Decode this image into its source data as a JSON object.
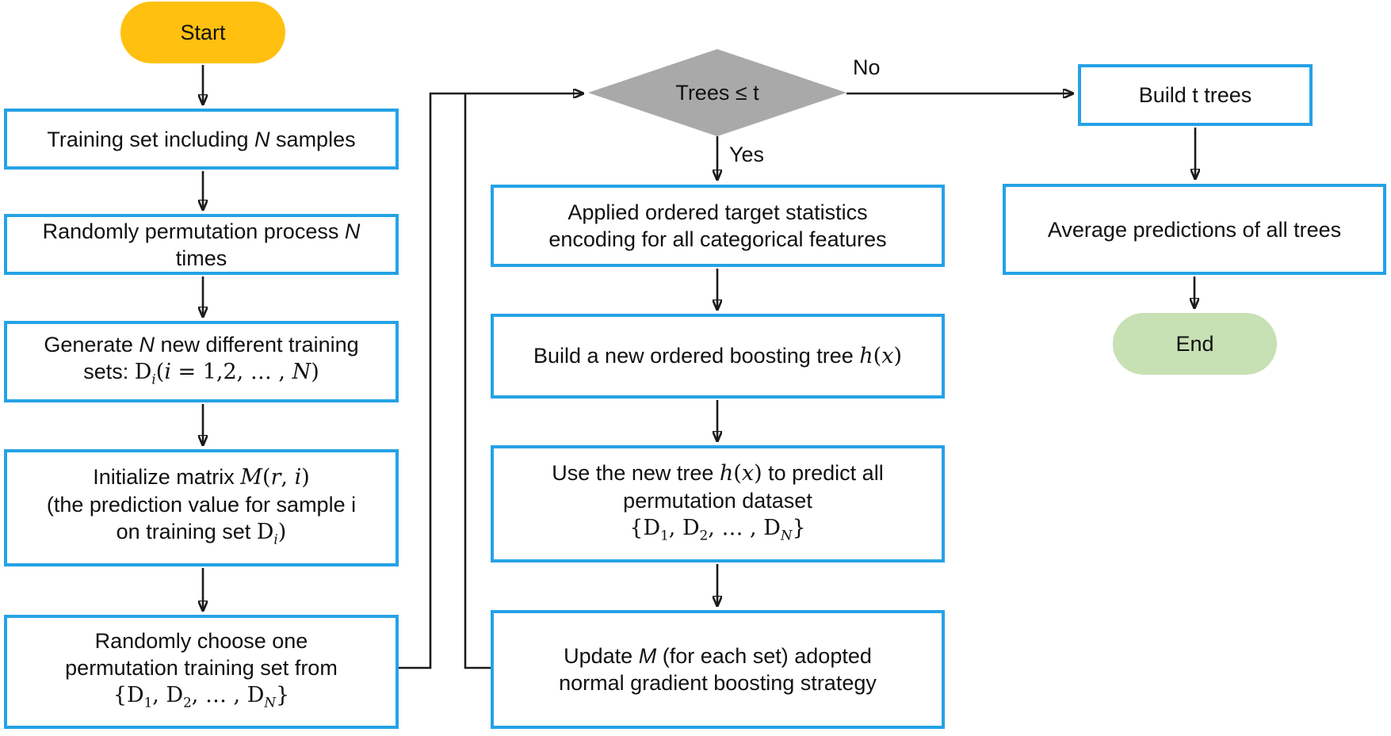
{
  "palette": {
    "bg": "#ffffff",
    "text": "#111111",
    "edge": "#1a1a1a",
    "box-border": "#25a2e5",
    "start-fill": "#ffc010",
    "end-fill": "#c7e0b4",
    "diamond-fill": "#a9a9a9"
  },
  "nodes": {
    "start": {
      "label": "Start"
    },
    "training": {
      "lines": [
        [
          {
            "t": "Training set including "
          },
          {
            "t": "N",
            "i": true
          },
          {
            "t": " samples"
          }
        ]
      ]
    },
    "permute": {
      "lines": [
        [
          {
            "t": "Randomly permutation process "
          },
          {
            "t": "N",
            "i": true
          }
        ],
        [
          {
            "t": "times"
          }
        ]
      ]
    },
    "generate": {
      "lines": [
        [
          {
            "t": "Generate "
          },
          {
            "t": "N",
            "i": true
          },
          {
            "t": " new different training"
          }
        ],
        [
          {
            "t": "sets: "
          },
          {
            "t": "D",
            "m": true
          },
          {
            "t": "i",
            "m": true,
            "i": true,
            "sub": true
          },
          {
            "t": "(",
            "m": true
          },
          {
            "t": "i",
            "m": true,
            "i": true
          },
          {
            "t": " = 1,2, … , ",
            "m": true
          },
          {
            "t": "N",
            "m": true,
            "i": true
          },
          {
            "t": ")",
            "m": true
          }
        ]
      ]
    },
    "init_matrix": {
      "lines": [
        [
          {
            "t": "Initialize matrix "
          },
          {
            "t": "M",
            "m": true,
            "i": true
          },
          {
            "t": "(",
            "m": true
          },
          {
            "t": "r",
            "m": true,
            "i": true
          },
          {
            "t": ", ",
            "m": true
          },
          {
            "t": "i",
            "m": true,
            "i": true
          },
          {
            "t": ")",
            "m": true
          }
        ],
        [
          {
            "t": "(the prediction value for sample i"
          }
        ],
        [
          {
            "t": "on training set "
          },
          {
            "t": "D",
            "m": true
          },
          {
            "t": "i",
            "m": true,
            "i": true,
            "sub": true
          },
          {
            "t": ")",
            "m": true
          }
        ]
      ]
    },
    "choose_set": {
      "lines": [
        [
          {
            "t": "Randomly choose one"
          }
        ],
        [
          {
            "t": "permutation training set from"
          }
        ],
        [
          {
            "t": "{",
            "m": true
          },
          {
            "t": "D",
            "m": true
          },
          {
            "t": "1",
            "m": true,
            "sub": true
          },
          {
            "t": ", ",
            "m": true
          },
          {
            "t": "D",
            "m": true
          },
          {
            "t": "2",
            "m": true,
            "sub": true
          },
          {
            "t": ", … , ",
            "m": true
          },
          {
            "t": "D",
            "m": true
          },
          {
            "t": "N",
            "m": true,
            "i": true,
            "sub": true
          },
          {
            "t": "}",
            "m": true
          }
        ]
      ]
    },
    "decision": {
      "label": "Trees ≤ t"
    },
    "encode": {
      "lines": [
        [
          {
            "t": "Applied ordered target statistics"
          }
        ],
        [
          {
            "t": "encoding for all categorical features"
          }
        ]
      ]
    },
    "build_tree": {
      "lines": [
        [
          {
            "t": "Build a new ordered boosting tree "
          },
          {
            "t": "h",
            "m": true,
            "i": true
          },
          {
            "t": "(",
            "m": true
          },
          {
            "t": "x",
            "m": true,
            "i": true
          },
          {
            "t": ")",
            "m": true
          }
        ]
      ]
    },
    "predict": {
      "lines": [
        [
          {
            "t": "Use the new tree "
          },
          {
            "t": "h",
            "m": true,
            "i": true
          },
          {
            "t": "(",
            "m": true
          },
          {
            "t": "x",
            "m": true,
            "i": true
          },
          {
            "t": ")",
            "m": true
          },
          {
            "t": " to predict all"
          }
        ],
        [
          {
            "t": "permutation dataset"
          }
        ],
        [
          {
            "t": "{",
            "m": true
          },
          {
            "t": "D",
            "m": true
          },
          {
            "t": "1",
            "m": true,
            "sub": true
          },
          {
            "t": ", ",
            "m": true
          },
          {
            "t": "D",
            "m": true
          },
          {
            "t": "2",
            "m": true,
            "sub": true
          },
          {
            "t": ", … , ",
            "m": true
          },
          {
            "t": "D",
            "m": true
          },
          {
            "t": "N",
            "m": true,
            "i": true,
            "sub": true
          },
          {
            "t": "}",
            "m": true
          }
        ]
      ]
    },
    "update": {
      "lines": [
        [
          {
            "t": "Update "
          },
          {
            "t": "M",
            "i": true
          },
          {
            "t": " (for each set) adopted"
          }
        ],
        [
          {
            "t": "normal gradient boosting strategy"
          }
        ]
      ]
    },
    "build_t_trees": {
      "label": "Build t trees"
    },
    "average": {
      "label": "Average predictions of all trees"
    },
    "end": {
      "label": "End"
    }
  },
  "labels": {
    "yes": "Yes",
    "no": "No"
  }
}
